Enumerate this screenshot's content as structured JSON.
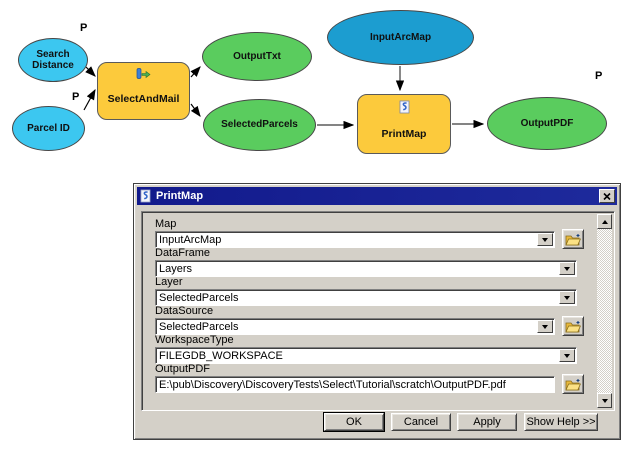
{
  "diagram": {
    "nodes": {
      "search_distance": {
        "label": "Search Distance",
        "badge": "P"
      },
      "parcel_id": {
        "label": "Parcel ID",
        "badge": "P"
      },
      "select_and_mail": {
        "label": "SelectAndMail"
      },
      "output_txt": {
        "label": "OutputTxt"
      },
      "selected_parcels": {
        "label": "SelectedParcels"
      },
      "input_arc_map": {
        "label": "InputArcMap"
      },
      "print_map": {
        "label": "PrintMap"
      },
      "output_pdf": {
        "label": "OutputPDF",
        "badge": "P"
      }
    },
    "colors": {
      "input_param": "#3cc7f0",
      "input_data": "#1c9dd0",
      "tool": "#fcca3c",
      "output": "#5acc5e"
    }
  },
  "dialog": {
    "title": "PrintMap",
    "fields": [
      {
        "label": "Map",
        "value": "InputArcMap"
      },
      {
        "label": "DataFrame",
        "value": "Layers"
      },
      {
        "label": "Layer",
        "value": "SelectedParcels"
      },
      {
        "label": "DataSource",
        "value": "SelectedParcels"
      },
      {
        "label": "WorkspaceType",
        "value": "FILEGDB_WORKSPACE"
      },
      {
        "label": "OutputPDF",
        "value": "E:\\pub\\Discovery\\DiscoveryTests\\Select\\Tutorial\\scratch\\OutputPDF.pdf"
      }
    ],
    "buttons": [
      "OK",
      "Cancel",
      "Apply",
      "Show Help >>"
    ]
  }
}
